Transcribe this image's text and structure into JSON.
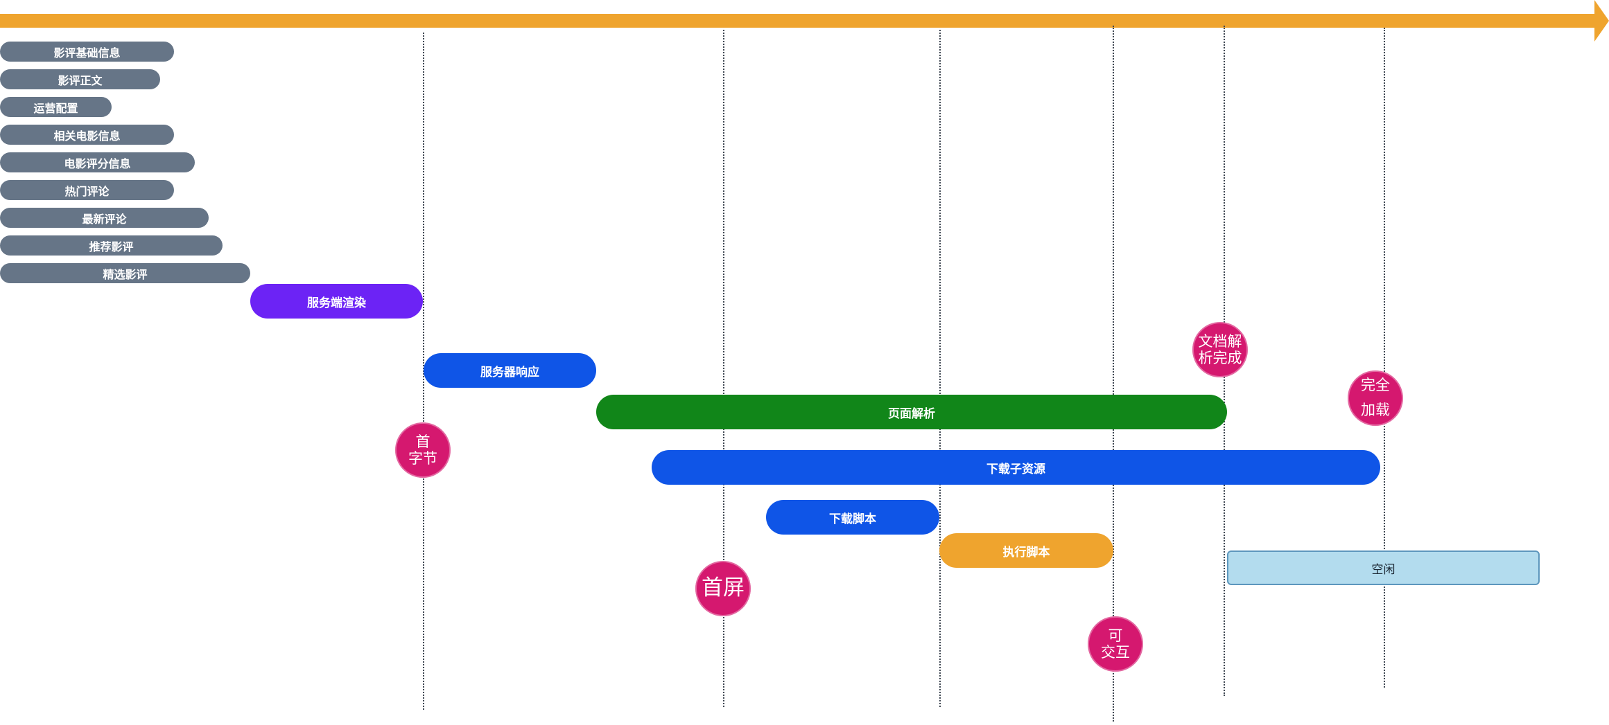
{
  "colors": {
    "timeline": "#efa42e",
    "module": "#667587",
    "ssr": "#6c23f5",
    "network": "#0f55e7",
    "parse": "#118619",
    "script_exec": "#efa42e",
    "idle_fill": "#b3dcee",
    "idle_border": "#5d97bd",
    "milestone": "#d5186f"
  },
  "modules": [
    "影评基础信息",
    "影评正文",
    "运营配置",
    "相关电影信息",
    "电影评分信息",
    "热门评论",
    "最新评论",
    "推荐影评",
    "精选影评"
  ],
  "phases": {
    "ssr": "服务端渲染",
    "server_response": "服务器响应",
    "page_parse": "页面解析",
    "download_subresources": "下载子资源",
    "download_script": "下载脚本",
    "execute_script": "执行脚本",
    "idle": "空闲"
  },
  "milestones": {
    "ttfb": {
      "line1": "首",
      "line2": "字节"
    },
    "first_screen": {
      "line1": "首屏"
    },
    "interactive": {
      "line1": "可",
      "line2": "交互"
    },
    "dom_ready": {
      "line1": "文档解",
      "line2": "析完成"
    },
    "fully_loaded": {
      "line1": "完全",
      "line2": "加载"
    }
  }
}
